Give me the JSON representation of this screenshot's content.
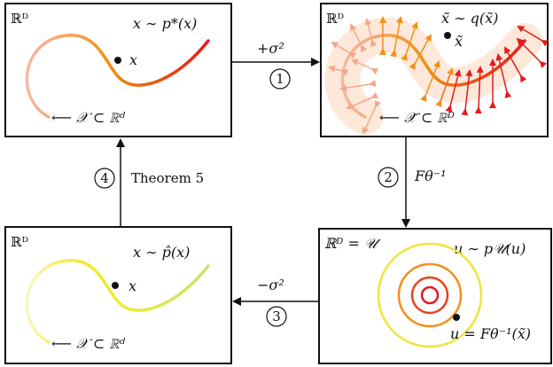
{
  "panels": {
    "data": {
      "space": "ℝᴰ",
      "distribution": "x ∼ p*(x)",
      "point": "x",
      "manifold": "⟵ 𝒳 ⊂ ℝᵈ"
    },
    "noisy": {
      "space": "ℝᴰ",
      "distribution": "x̃ ∼ q(x̃)",
      "point": "x̃",
      "manifold": "⟵ 𝒳̃ ⊂ ℝᴰ"
    },
    "latent": {
      "space": "ℝᴰ = 𝒰",
      "distribution": "u ∼ p𝒰(u)",
      "point": "u = Fθ⁻¹(x̃)"
    },
    "recovered": {
      "space": "ℝᴰ",
      "distribution": "x ∼ p̂(x)",
      "point": "x",
      "manifold": "⟵ 𝒳 ⊂ ℝᵈ"
    }
  },
  "steps": [
    {
      "number": "1",
      "label": "+σ²"
    },
    {
      "number": "2",
      "label": "Fθ⁻¹"
    },
    {
      "number": "3",
      "label": "−σ²"
    },
    {
      "number": "4",
      "label": "Theorem 5"
    }
  ],
  "colors": {
    "curve_light": "#f2a98a",
    "curve_mid": "#f29017",
    "curve_dark": "#e41a1c",
    "halo": "#fde4d2",
    "ring_yellow": "#f1e33b",
    "ring_orange": "#f29017",
    "ring_red": "#e41a1c",
    "recovered_yellow": "#f0ea20",
    "recovered_green": "#b6dc5a"
  }
}
